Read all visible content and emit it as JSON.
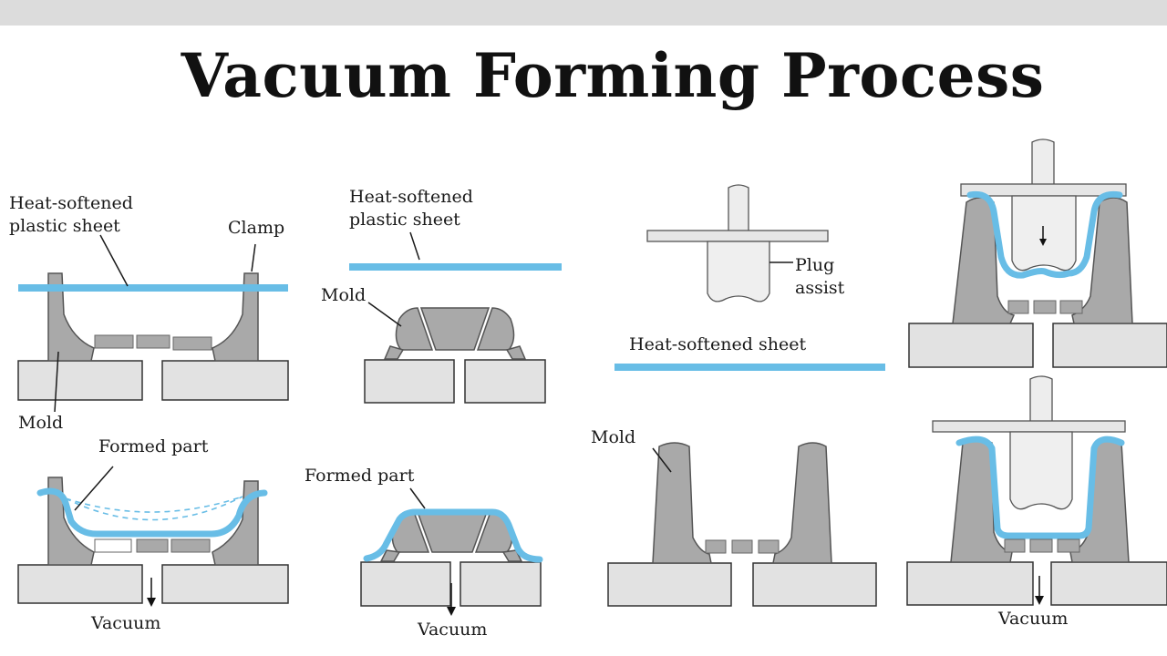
{
  "title": "Vacuum Forming Process",
  "labels": {
    "p1_sheet_line1": "Heat-softened",
    "p1_sheet_line2": "plastic sheet",
    "p1_clamp": "Clamp",
    "p1_mold": "Mold",
    "p2_sheet_line1": "Heat-softened",
    "p2_sheet_line2": "plastic sheet",
    "p2_mold": "Mold",
    "p3_formed": "Formed part",
    "p3_vacuum": "Vacuum",
    "p4_formed": "Formed part",
    "p4_vacuum": "Vacuum",
    "p5_plug_line1": "Plug",
    "p5_plug_line2": "assist",
    "p5_sheet": "Heat-softened sheet",
    "p5_mold": "Mold",
    "p6_vacuum": "Vacuum"
  },
  "colors": {
    "sheet": "#68bde6",
    "mold": "#a9a9a9",
    "base": "#e2e2e2",
    "top_bar": "#dcdcdc"
  }
}
